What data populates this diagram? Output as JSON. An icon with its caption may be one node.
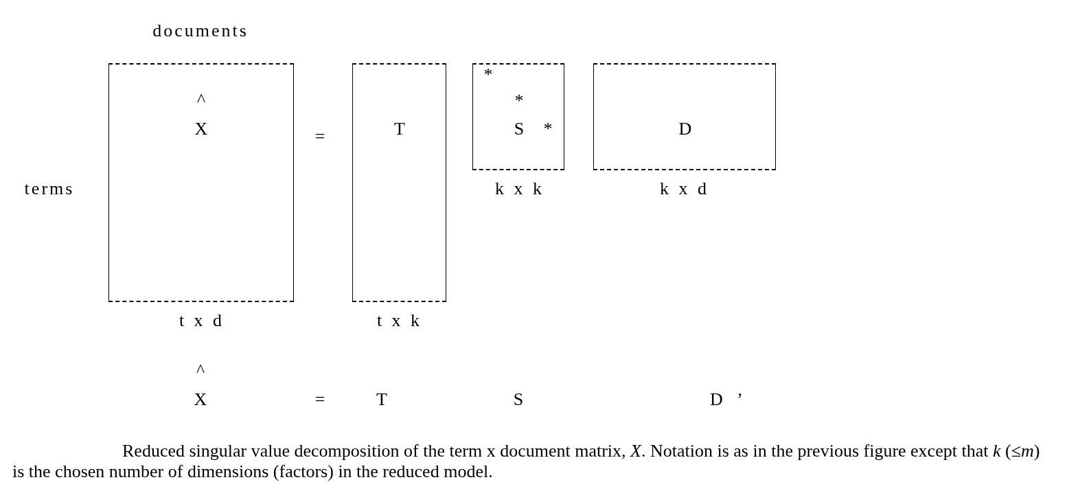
{
  "diagram": {
    "caption": "Reduced singular value decomposition of the term x document matrix, *X*. Notation is as in the previous figure except that *k* (≤*m*) is the chosen number of dimensions (factors) in the reduced model.",
    "nodes": [
      {
        "text": [
          "^",
          "X"
        ],
        "beside": [
          "t x d"
        ]
      },
      {
        "text": [
          "T"
        ],
        "beside": [
          "t x k"
        ]
      },
      {
        "text": [
          "*",
          "*",
          "S",
          "*"
        ],
        "beside": [
          "k x k"
        ]
      },
      {
        "text": [
          "D"
        ],
        "beside": [
          "k x d"
        ]
      }
    ],
    "labels": [
      "documents",
      "terms",
      "=",
      "^",
      "X",
      "=",
      "T",
      "S",
      "D ’"
    ]
  }
}
